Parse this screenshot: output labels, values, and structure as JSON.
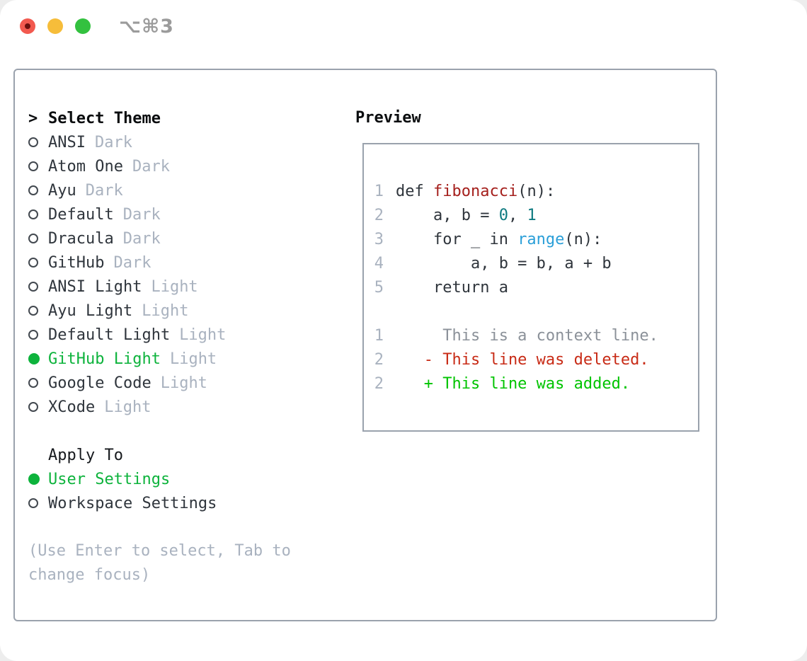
{
  "window": {
    "title": "⌥⌘3"
  },
  "theme_panel": {
    "header": {
      "prefix": ">",
      "label": "Select Theme"
    },
    "themes": [
      {
        "name": "ANSI",
        "variant": "Dark",
        "selected": false
      },
      {
        "name": "Atom One",
        "variant": "Dark",
        "selected": false
      },
      {
        "name": "Ayu",
        "variant": "Dark",
        "selected": false
      },
      {
        "name": "Default",
        "variant": "Dark",
        "selected": false
      },
      {
        "name": "Dracula",
        "variant": "Dark",
        "selected": false
      },
      {
        "name": "GitHub",
        "variant": "Dark",
        "selected": false
      },
      {
        "name": "ANSI Light",
        "variant": "Light",
        "selected": false
      },
      {
        "name": "Ayu Light",
        "variant": "Light",
        "selected": false
      },
      {
        "name": "Default Light",
        "variant": "Light",
        "selected": false
      },
      {
        "name": "GitHub Light",
        "variant": "Light",
        "selected": true
      },
      {
        "name": "Google Code",
        "variant": "Light",
        "selected": false
      },
      {
        "name": "XCode",
        "variant": "Light",
        "selected": false
      }
    ],
    "apply_to": {
      "label": "Apply To",
      "options": [
        {
          "name": "User Settings",
          "selected": true
        },
        {
          "name": "Workspace Settings",
          "selected": false
        }
      ]
    },
    "help_text": "(Use Enter to select, Tab to change focus)"
  },
  "preview": {
    "label": "Preview",
    "code_lines": [
      {
        "num": "1",
        "tokens": [
          {
            "t": "def ",
            "c": "text"
          },
          {
            "t": "fibonacci",
            "c": "func"
          },
          {
            "t": "(n):",
            "c": "text"
          }
        ]
      },
      {
        "num": "2",
        "tokens": [
          {
            "t": "    a, b = ",
            "c": "text"
          },
          {
            "t": "0",
            "c": "num"
          },
          {
            "t": ", ",
            "c": "text"
          },
          {
            "t": "1",
            "c": "num"
          }
        ]
      },
      {
        "num": "3",
        "tokens": [
          {
            "t": "    for _ in ",
            "c": "text"
          },
          {
            "t": "range",
            "c": "builtin"
          },
          {
            "t": "(n):",
            "c": "text"
          }
        ]
      },
      {
        "num": "4",
        "tokens": [
          {
            "t": "        a, b = b, a + b",
            "c": "text"
          }
        ]
      },
      {
        "num": "5",
        "tokens": [
          {
            "t": "    return a",
            "c": "text"
          }
        ]
      }
    ],
    "diff_lines": [
      {
        "num": "1",
        "kind": "context",
        "tokens": [
          {
            "t": "     This is a context line.",
            "c": "ctx"
          }
        ]
      },
      {
        "num": "2",
        "kind": "deleted",
        "tokens": [
          {
            "t": "   - This line was deleted.",
            "c": "del"
          }
        ]
      },
      {
        "num": "2",
        "kind": "added",
        "tokens": [
          {
            "t": "   + This line was added.",
            "c": "add"
          }
        ]
      }
    ]
  },
  "colors": {
    "accent_green": "#0db33c",
    "added_green": "#00c400",
    "deleted_red": "#c82b16",
    "func_red": "#a5201d",
    "num_teal": "#0e7a80",
    "builtin_blue": "#2b9fd8",
    "code_text": "#2f353c",
    "muted_gray": "#a9b2bf",
    "context_gray": "#8b9199",
    "border_gray": "#9aa2ad",
    "circle_gray": "#42484f",
    "title_gray": "#9b9b9b",
    "tl_red": "#f2594f",
    "tl_red_dot": "#6b0f0d",
    "tl_yellow": "#f6bd3a",
    "tl_green": "#33c13f"
  }
}
